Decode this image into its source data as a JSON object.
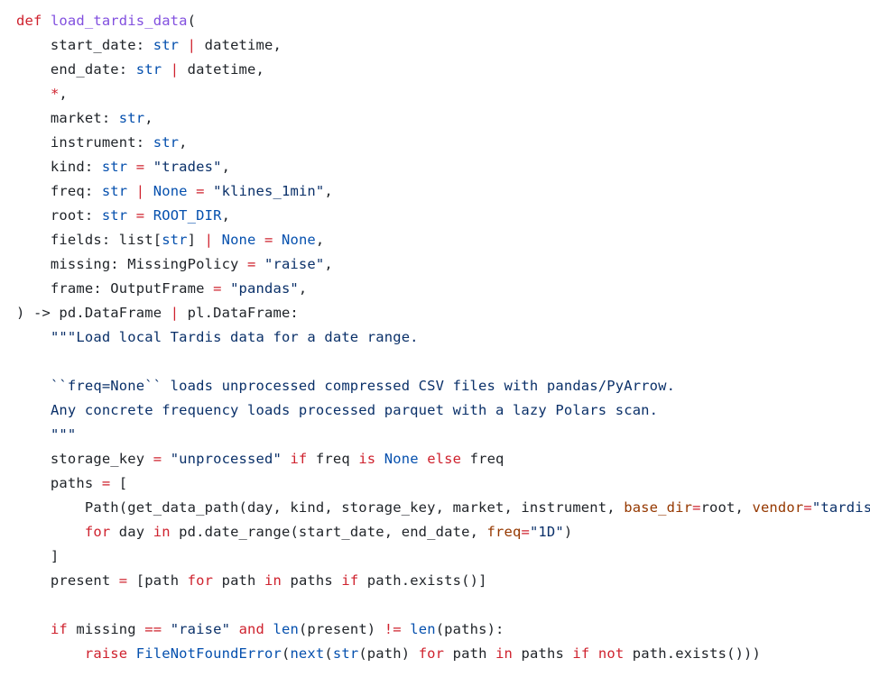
{
  "colors": {
    "keyword": "#cf222e",
    "function": "#8250df",
    "builtin": "#0550ae",
    "string": "#0a3069",
    "parameter": "#953800",
    "plain": "#1f2328",
    "background": "#ffffff"
  },
  "code": {
    "lines": [
      [
        [
          "keyword",
          "def"
        ],
        [
          "plain",
          " "
        ],
        [
          "function",
          "load_tardis_data"
        ],
        [
          "plain",
          "("
        ]
      ],
      [
        [
          "plain",
          "    start_date: "
        ],
        [
          "builtin",
          "str"
        ],
        [
          "plain",
          " "
        ],
        [
          "operator",
          "|"
        ],
        [
          "plain",
          " datetime,"
        ]
      ],
      [
        [
          "plain",
          "    end_date: "
        ],
        [
          "builtin",
          "str"
        ],
        [
          "plain",
          " "
        ],
        [
          "operator",
          "|"
        ],
        [
          "plain",
          " datetime,"
        ]
      ],
      [
        [
          "plain",
          "    "
        ],
        [
          "operator",
          "*"
        ],
        [
          "plain",
          ","
        ]
      ],
      [
        [
          "plain",
          "    market: "
        ],
        [
          "builtin",
          "str"
        ],
        [
          "plain",
          ","
        ]
      ],
      [
        [
          "plain",
          "    instrument: "
        ],
        [
          "builtin",
          "str"
        ],
        [
          "plain",
          ","
        ]
      ],
      [
        [
          "plain",
          "    kind: "
        ],
        [
          "builtin",
          "str"
        ],
        [
          "plain",
          " "
        ],
        [
          "operator",
          "="
        ],
        [
          "plain",
          " "
        ],
        [
          "string",
          "\"trades\""
        ],
        [
          "plain",
          ","
        ]
      ],
      [
        [
          "plain",
          "    freq: "
        ],
        [
          "builtin",
          "str"
        ],
        [
          "plain",
          " "
        ],
        [
          "operator",
          "|"
        ],
        [
          "plain",
          " "
        ],
        [
          "constant",
          "None"
        ],
        [
          "plain",
          " "
        ],
        [
          "operator",
          "="
        ],
        [
          "plain",
          " "
        ],
        [
          "string",
          "\"klines_1min\""
        ],
        [
          "plain",
          ","
        ]
      ],
      [
        [
          "plain",
          "    root: "
        ],
        [
          "builtin",
          "str"
        ],
        [
          "plain",
          " "
        ],
        [
          "operator",
          "="
        ],
        [
          "plain",
          " "
        ],
        [
          "constant",
          "ROOT_DIR"
        ],
        [
          "plain",
          ","
        ]
      ],
      [
        [
          "plain",
          "    fields: list["
        ],
        [
          "builtin",
          "str"
        ],
        [
          "plain",
          "] "
        ],
        [
          "operator",
          "|"
        ],
        [
          "plain",
          " "
        ],
        [
          "constant",
          "None"
        ],
        [
          "plain",
          " "
        ],
        [
          "operator",
          "="
        ],
        [
          "plain",
          " "
        ],
        [
          "constant",
          "None"
        ],
        [
          "plain",
          ","
        ]
      ],
      [
        [
          "plain",
          "    missing: MissingPolicy "
        ],
        [
          "operator",
          "="
        ],
        [
          "plain",
          " "
        ],
        [
          "string",
          "\"raise\""
        ],
        [
          "plain",
          ","
        ]
      ],
      [
        [
          "plain",
          "    frame: OutputFrame "
        ],
        [
          "operator",
          "="
        ],
        [
          "plain",
          " "
        ],
        [
          "string",
          "\"pandas\""
        ],
        [
          "plain",
          ","
        ]
      ],
      [
        [
          "plain",
          ") -> pd.DataFrame "
        ],
        [
          "operator",
          "|"
        ],
        [
          "plain",
          " pl.DataFrame:"
        ]
      ],
      [
        [
          "plain",
          "    "
        ],
        [
          "comment",
          "\"\"\"Load local Tardis data for a date range."
        ]
      ],
      [
        [
          "plain",
          ""
        ]
      ],
      [
        [
          "plain",
          "    "
        ],
        [
          "comment",
          "``freq=None`` loads unprocessed compressed CSV files with pandas/PyArrow."
        ]
      ],
      [
        [
          "plain",
          "    "
        ],
        [
          "comment",
          "Any concrete frequency loads processed parquet with a lazy Polars scan."
        ]
      ],
      [
        [
          "plain",
          "    "
        ],
        [
          "comment",
          "\"\"\""
        ]
      ],
      [
        [
          "plain",
          "    storage_key "
        ],
        [
          "operator",
          "="
        ],
        [
          "plain",
          " "
        ],
        [
          "string",
          "\"unprocessed\""
        ],
        [
          "plain",
          " "
        ],
        [
          "keyword",
          "if"
        ],
        [
          "plain",
          " freq "
        ],
        [
          "keyword",
          "is"
        ],
        [
          "plain",
          " "
        ],
        [
          "constant",
          "None"
        ],
        [
          "plain",
          " "
        ],
        [
          "keyword",
          "else"
        ],
        [
          "plain",
          " freq"
        ]
      ],
      [
        [
          "plain",
          "    paths "
        ],
        [
          "operator",
          "="
        ],
        [
          "plain",
          " ["
        ]
      ],
      [
        [
          "plain",
          "        Path(get_data_path(day, kind, storage_key, market, instrument, "
        ],
        [
          "parameter",
          "base_dir"
        ],
        [
          "operator",
          "="
        ],
        [
          "plain",
          "root, "
        ],
        [
          "parameter",
          "vendor"
        ],
        [
          "operator",
          "="
        ],
        [
          "string",
          "\"tardis\""
        ],
        [
          "plain",
          "))"
        ]
      ],
      [
        [
          "plain",
          "        "
        ],
        [
          "keyword",
          "for"
        ],
        [
          "plain",
          " day "
        ],
        [
          "keyword",
          "in"
        ],
        [
          "plain",
          " pd.date_range(start_date, end_date, "
        ],
        [
          "parameter",
          "freq"
        ],
        [
          "operator",
          "="
        ],
        [
          "string",
          "\"1D\""
        ],
        [
          "plain",
          ")"
        ]
      ],
      [
        [
          "plain",
          "    ]"
        ]
      ],
      [
        [
          "plain",
          "    present "
        ],
        [
          "operator",
          "="
        ],
        [
          "plain",
          " [path "
        ],
        [
          "keyword",
          "for"
        ],
        [
          "plain",
          " path "
        ],
        [
          "keyword",
          "in"
        ],
        [
          "plain",
          " paths "
        ],
        [
          "keyword",
          "if"
        ],
        [
          "plain",
          " path.exists()]"
        ]
      ],
      [
        [
          "plain",
          ""
        ]
      ],
      [
        [
          "plain",
          "    "
        ],
        [
          "keyword",
          "if"
        ],
        [
          "plain",
          " missing "
        ],
        [
          "operator",
          "=="
        ],
        [
          "plain",
          " "
        ],
        [
          "string",
          "\"raise\""
        ],
        [
          "plain",
          " "
        ],
        [
          "keyword",
          "and"
        ],
        [
          "plain",
          " "
        ],
        [
          "builtin",
          "len"
        ],
        [
          "plain",
          "(present) "
        ],
        [
          "operator",
          "!="
        ],
        [
          "plain",
          " "
        ],
        [
          "builtin",
          "len"
        ],
        [
          "plain",
          "(paths):"
        ]
      ],
      [
        [
          "plain",
          "        "
        ],
        [
          "keyword",
          "raise"
        ],
        [
          "plain",
          " "
        ],
        [
          "builtin",
          "FileNotFoundError"
        ],
        [
          "plain",
          "("
        ],
        [
          "builtin",
          "next"
        ],
        [
          "plain",
          "("
        ],
        [
          "builtin",
          "str"
        ],
        [
          "plain",
          "(path) "
        ],
        [
          "keyword",
          "for"
        ],
        [
          "plain",
          " path "
        ],
        [
          "keyword",
          "in"
        ],
        [
          "plain",
          " paths "
        ],
        [
          "keyword",
          "if"
        ],
        [
          "plain",
          " "
        ],
        [
          "keyword",
          "not"
        ],
        [
          "plain",
          " path.exists()))"
        ]
      ]
    ]
  }
}
